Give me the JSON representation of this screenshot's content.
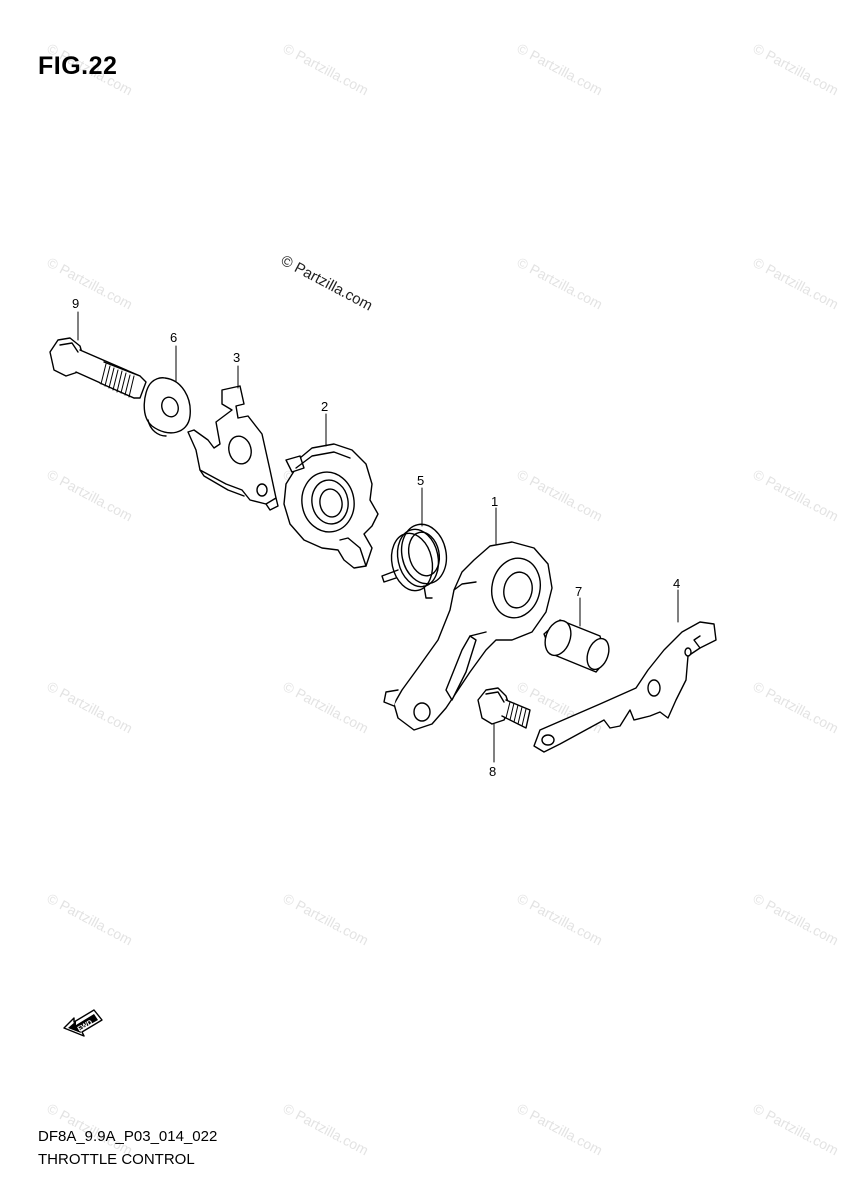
{
  "figure": {
    "title": "FIG.22",
    "code": "DF8A_9.9A_P03_014_022",
    "name": "THROTTLE CONTROL"
  },
  "watermark": {
    "text": "© Partzilla.com",
    "main_text": "© Partzilla.com"
  },
  "fwd_label": "FWD",
  "callouts": [
    {
      "number": "1",
      "part": "throttle-lever"
    },
    {
      "number": "2",
      "part": "throttle-cam"
    },
    {
      "number": "3",
      "part": "bracket"
    },
    {
      "number": "4",
      "part": "link-plate"
    },
    {
      "number": "5",
      "part": "spring"
    },
    {
      "number": "6",
      "part": "washer"
    },
    {
      "number": "7",
      "part": "collar"
    },
    {
      "number": "8",
      "part": "short-bolt"
    },
    {
      "number": "9",
      "part": "long-bolt"
    }
  ],
  "colors": {
    "line": "#000000",
    "watermark": "#e3e3e3"
  }
}
